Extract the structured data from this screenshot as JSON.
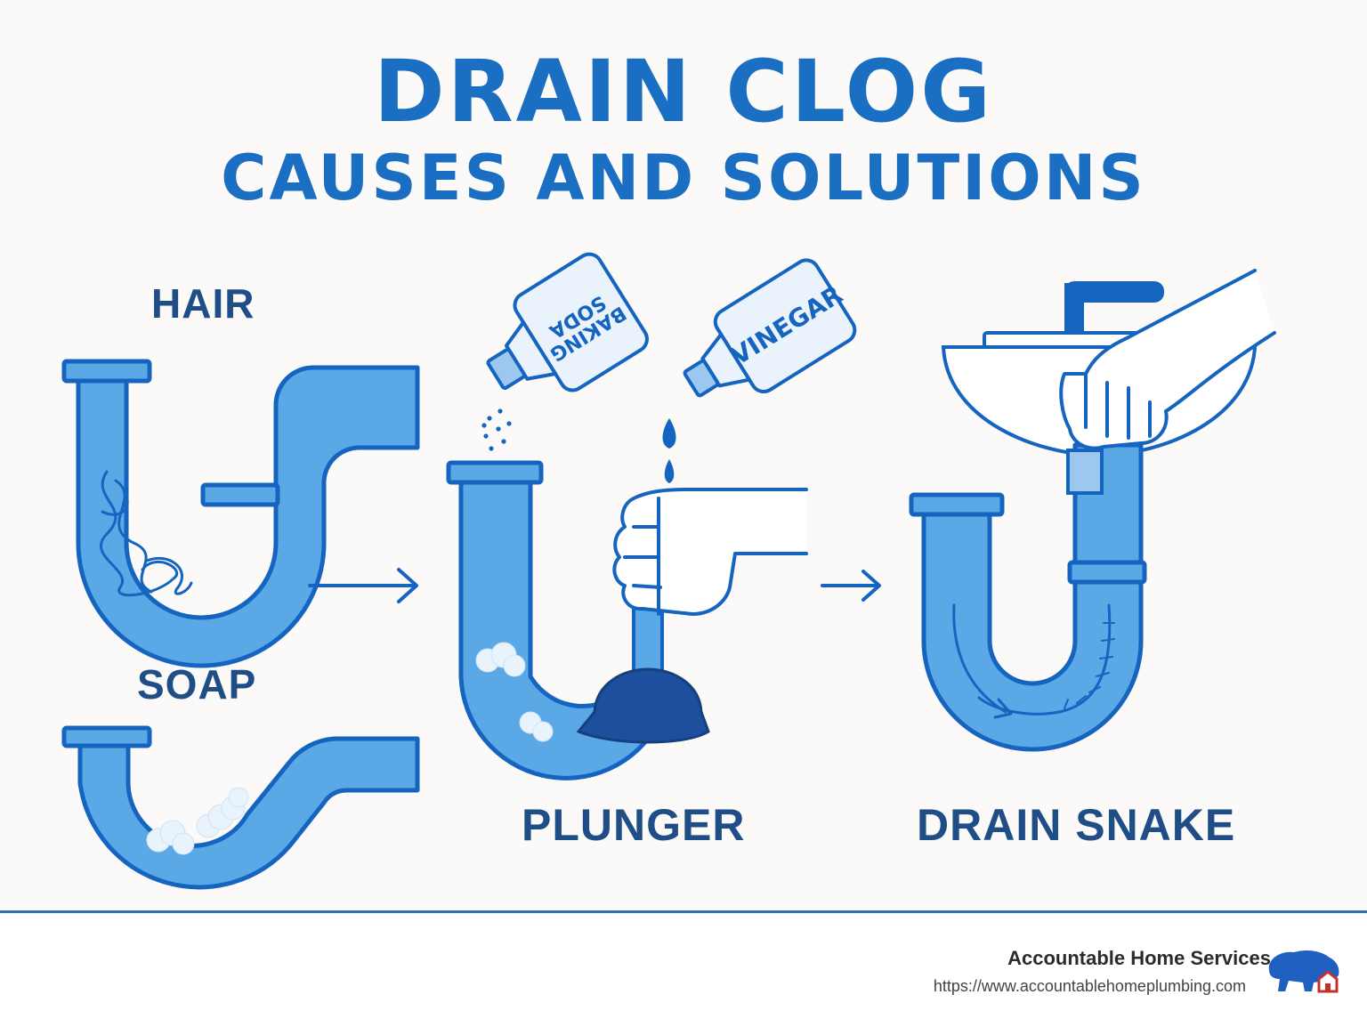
{
  "title": {
    "line1": "DRAIN CLOG",
    "line2": "CAUSES AND SOLUTIONS"
  },
  "causes": {
    "hair_label": "HAIR",
    "soap_label": "SOAP"
  },
  "solutions": {
    "baking_soda_label": "BAKING SODA",
    "vinegar_label": "VINEGAR",
    "plunger_label": "PLUNGER",
    "drain_snake_label": "DRAIN SNAKE"
  },
  "footer": {
    "company": "Accountable Home Services",
    "url": "https://www.accountablehomeplumbing.com"
  },
  "colors": {
    "title": "#1a6fc2",
    "label": "#1f4e86",
    "pipe_fill": "#5aa8e6",
    "pipe_stroke": "#1565c0",
    "plunger_cup": "#1d4f9c"
  },
  "icons": [
    "drain-pipe-icon",
    "hair-clump-icon",
    "soap-bubbles-icon",
    "plunger-icon",
    "hand-icon",
    "bottle-icon",
    "sink-icon",
    "drain-snake-icon",
    "arrow-right-icon",
    "bison-logo-icon"
  ]
}
